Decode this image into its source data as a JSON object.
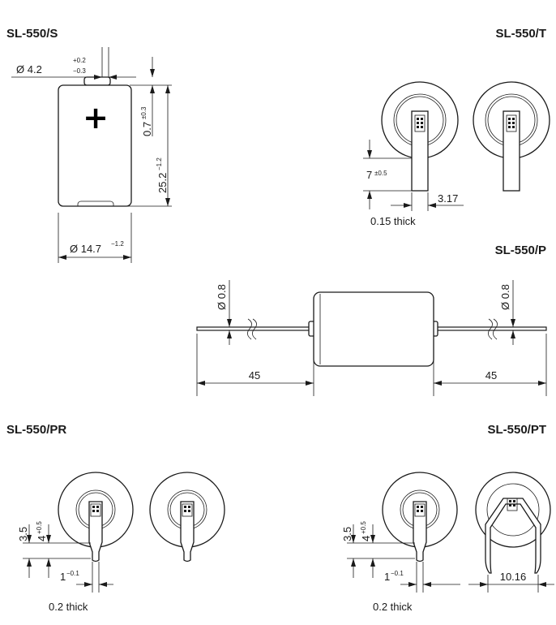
{
  "labels": {
    "s": "SL-550/S",
    "t": "SL-550/T",
    "p": "SL-550/P",
    "pr": "SL-550/PR",
    "pt": "SL-550/PT"
  },
  "s_view": {
    "diam_small": "Ø 4.2",
    "diam_small_tol_plus": "+0.2",
    "diam_small_tol_minus": "−0.3",
    "cap_height": "0.7",
    "cap_height_tol": "±0.3",
    "length": "25.2",
    "length_tol": "−1.2",
    "diam_body": "Ø 14.7",
    "diam_body_tol": "−1.2",
    "plus_sign": "+"
  },
  "t_view": {
    "tab_length": "7",
    "tab_length_tol": "±0.5",
    "tab_width": "3.17",
    "thickness": "0.15 thick"
  },
  "p_view": {
    "wire_diam_left": "Ø 0.8",
    "wire_diam_right": "Ø 0.8",
    "lead_left": "45",
    "lead_right": "45"
  },
  "pr_view": {
    "dim_a": "3.5",
    "dim_b": "4",
    "dim_b_tol": "+0.5",
    "pin_width": "1",
    "pin_width_tol": "−0.1",
    "thickness": "0.2 thick"
  },
  "pt_view": {
    "dim_a": "3.5",
    "dim_b": "4",
    "dim_b_tol": "+0.5",
    "pin_width": "1",
    "pin_width_tol": "−0.1",
    "pin_spacing": "10.16",
    "thickness": "0.2 thick"
  }
}
